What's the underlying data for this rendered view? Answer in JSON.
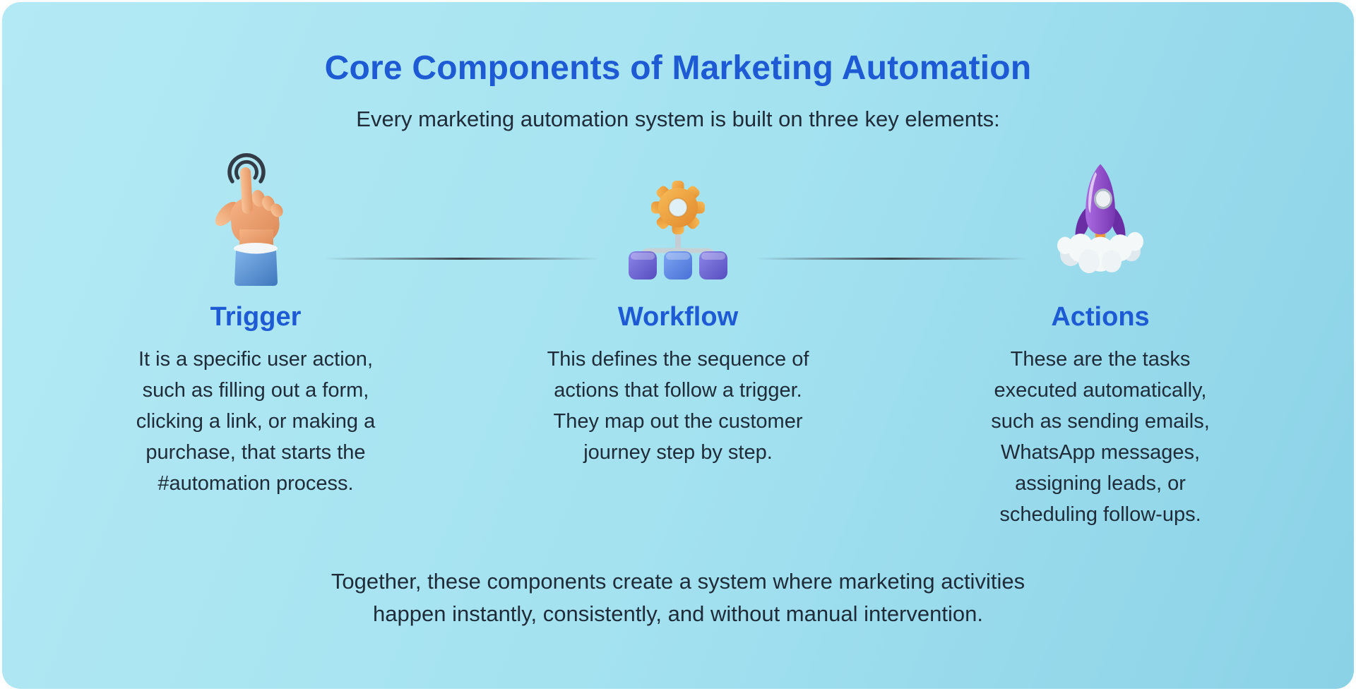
{
  "colors": {
    "page-bg": "#ffffff",
    "card-grad-start": "#b3e9f4",
    "card-grad-mid": "#a4e2f0",
    "card-grad-end": "#8bd2e7",
    "accent-blue": "#1d5ad3",
    "text-dark": "#1f2b38"
  },
  "header": {
    "title": "Core Components of Marketing Automation",
    "subtitle": "Every marketing automation system is built on three key elements:"
  },
  "columns": [
    {
      "icon": "tap-gesture-icon",
      "heading": "Trigger",
      "body_lines": [
        "It is a specific user action,",
        "such as filling out a form,",
        "clicking a link, or making a",
        "purchase, that starts the",
        "#automation process."
      ]
    },
    {
      "icon": "workflow-gear-icon",
      "heading": "Workflow",
      "body_lines": [
        "This defines the sequence of",
        "actions that follow a trigger.",
        "They map out the customer",
        "journey step by step."
      ]
    },
    {
      "icon": "rocket-launch-icon",
      "heading": "Actions",
      "body_lines": [
        "These are the tasks",
        "executed automatically,",
        "such as sending emails,",
        "WhatsApp messages,",
        "assigning leads, or",
        "scheduling follow-ups."
      ]
    }
  ],
  "footer": {
    "line1": "Together, these components create a system where marketing activities",
    "line2": "happen instantly, consistently, and without manual intervention."
  }
}
